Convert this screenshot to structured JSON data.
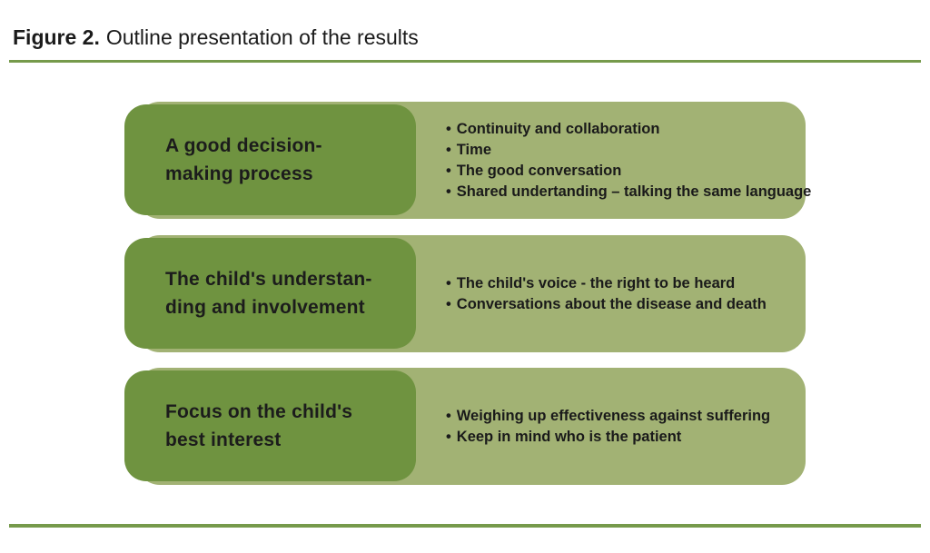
{
  "caption": {
    "label": "Figure 2.",
    "text": "Outline presentation of the results"
  },
  "bullet_char": "•",
  "colors": {
    "dark_green": "#6f9340",
    "light_green": "#a2b274",
    "rule_green": "#769a4b",
    "text_dark": "#1b1b1b"
  },
  "rows": [
    {
      "title_lines": [
        "A good decision-",
        "making process"
      ],
      "bullets": [
        "Continuity and collaboration",
        "Time",
        "The good conversation",
        "Shared undertanding – talking the same language"
      ]
    },
    {
      "title_lines": [
        "The child's understan-",
        "ding and involvement"
      ],
      "bullets": [
        "The child's voice - the right to be heard",
        "Conversations about the disease and death"
      ]
    },
    {
      "title_lines": [
        "Focus on the child's",
        "best interest"
      ],
      "bullets": [
        "Weighing up effectiveness against suffering",
        "Keep in mind who is the patient"
      ]
    }
  ]
}
